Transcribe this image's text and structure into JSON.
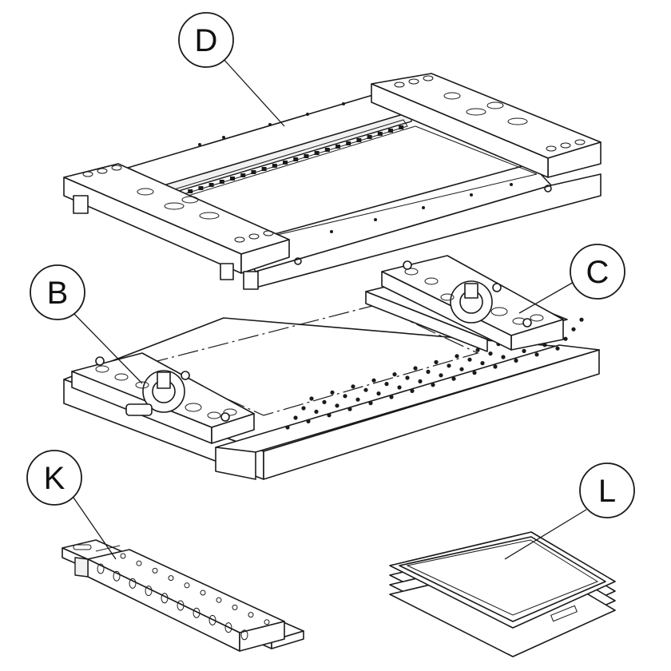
{
  "callouts": {
    "d": "D",
    "c": "C",
    "b": "B",
    "k": "K",
    "l": "L"
  },
  "colors": {
    "line": "#1a1a1a",
    "background": "#ffffff"
  }
}
